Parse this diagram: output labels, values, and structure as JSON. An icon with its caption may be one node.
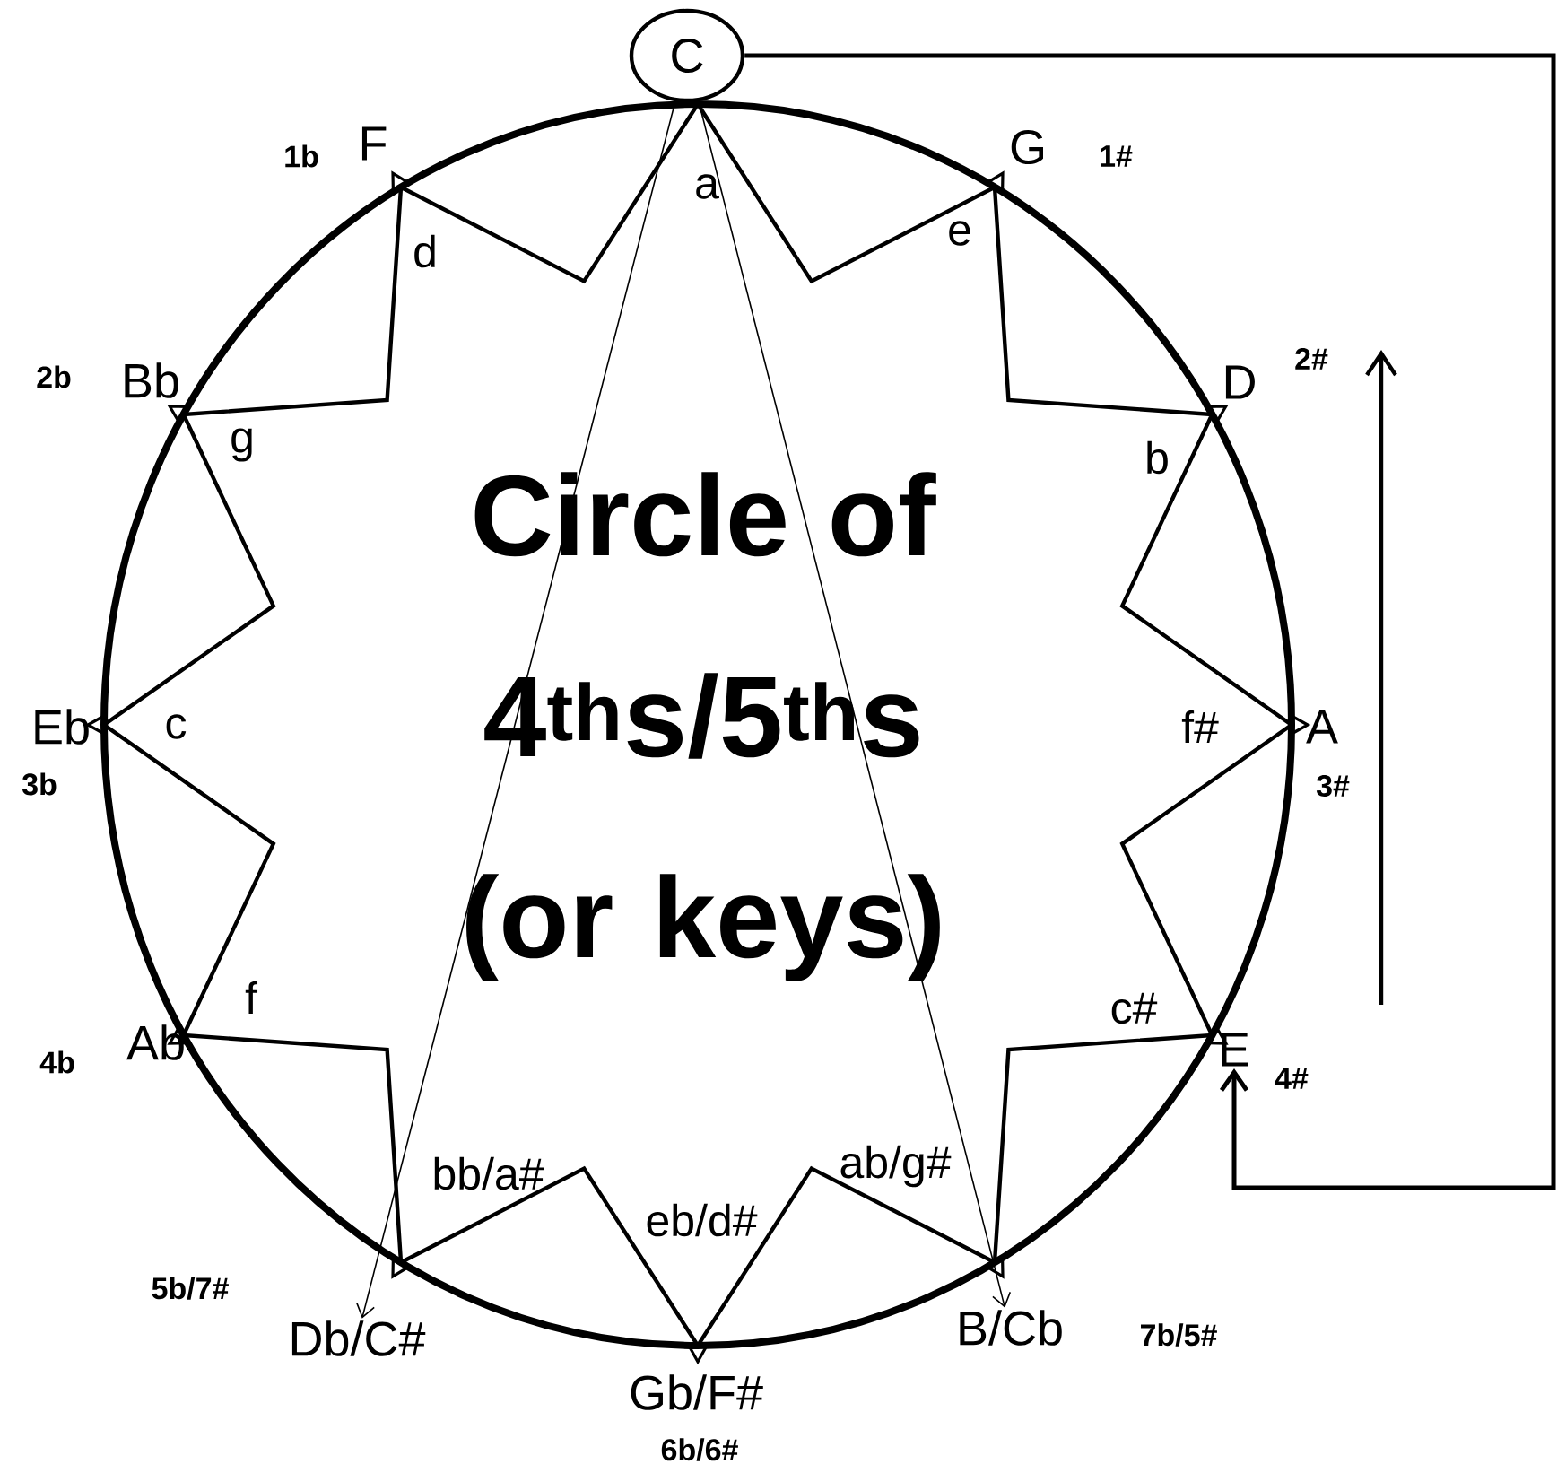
{
  "diagram": {
    "title": "Circle of 4$^{th}$s/5$^{th}$s (or keys)",
    "nodes": [
      {
        "text": [
          "C"
        ]
      },
      {
        "text": [
          "G"
        ],
        "beside": [
          "1#"
        ]
      },
      {
        "text": [
          "D"
        ],
        "beside": [
          "2#"
        ]
      },
      {
        "text": [
          "A"
        ],
        "beside": [
          "3#"
        ]
      },
      {
        "text": [
          "E"
        ],
        "beside": [
          "4#"
        ]
      },
      {
        "text": [
          "B/Cb"
        ],
        "beside": [
          "7b/5#"
        ]
      },
      {
        "text": [
          "Gb/F#"
        ],
        "beside": [
          "6b/6#"
        ]
      },
      {
        "text": [
          "Db/C#"
        ],
        "beside": [
          "5b/7#"
        ]
      },
      {
        "text": [
          "Ab"
        ],
        "beside": [
          "4b"
        ]
      },
      {
        "text": [
          "Eb"
        ],
        "beside": [
          "3b"
        ]
      },
      {
        "text": [
          "Bb"
        ],
        "beside": [
          "2b"
        ]
      },
      {
        "text": [
          "F"
        ],
        "beside": [
          "1b"
        ]
      }
    ],
    "edges": [
      {
        "from": 0,
        "to": 7,
        "arrow": "to"
      },
      {
        "from": 0,
        "to": 5,
        "arrow": "to"
      },
      {
        "from": 0,
        "to": 4,
        "arrow": "to",
        "style": "thick"
      }
    ],
    "labels": [
      "a",
      "e",
      "b",
      "f#",
      "c#",
      "ab/g#",
      "eb/d#",
      "bb/a#",
      "f",
      "c",
      "g",
      "d"
    ]
  }
}
